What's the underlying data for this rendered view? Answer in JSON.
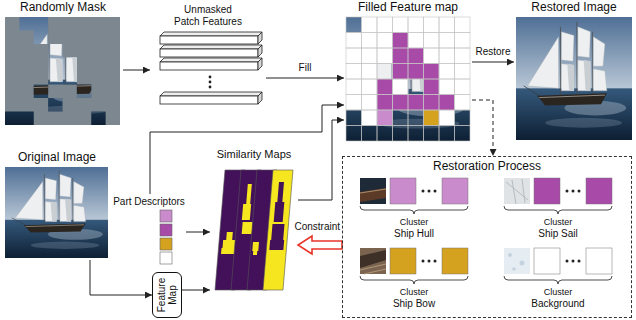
{
  "diagram": {
    "nodes": [
      {
        "text": [
          "Randomly Mask"
        ]
      },
      {
        "text": [
          "Unmasked Patch Features"
        ]
      },
      {
        "text": [
          "Filled Feature map"
        ]
      },
      {
        "text": [
          "Restored Image"
        ]
      },
      {
        "text": [
          "Original Image"
        ]
      },
      {
        "text": [
          "Part Descriptors"
        ]
      },
      {
        "text": [
          "Feature Map"
        ]
      },
      {
        "text": [
          "Similarity Maps"
        ]
      },
      {
        "text": [
          "Restoration Process"
        ]
      }
    ],
    "edges": [
      {
        "from": 0,
        "to": 1,
        "arrow": "to"
      },
      {
        "from": 1,
        "to": 2,
        "label": "Fill",
        "arrow": "to"
      },
      {
        "from": 5,
        "to": 2,
        "arrow": "to"
      },
      {
        "from": 7,
        "to": 2,
        "arrow": "to"
      },
      {
        "from": 2,
        "to": 3,
        "label": "Restore",
        "arrow": "to"
      },
      {
        "from": 2,
        "to": 8,
        "arrow": "to"
      },
      {
        "from": 4,
        "to": 6,
        "arrow": "to"
      },
      {
        "from": 5,
        "to": 7,
        "arrow": "to"
      },
      {
        "from": 6,
        "to": 7,
        "arrow": "to"
      },
      {
        "from": 8,
        "to": 7,
        "label": "Constraint",
        "arrow": "to"
      }
    ],
    "labels": [
      "Cluster",
      "Ship Hull",
      "Cluster",
      "Ship Sail",
      "Cluster",
      "Ship Bow",
      "Cluster",
      "Background"
    ]
  }
}
